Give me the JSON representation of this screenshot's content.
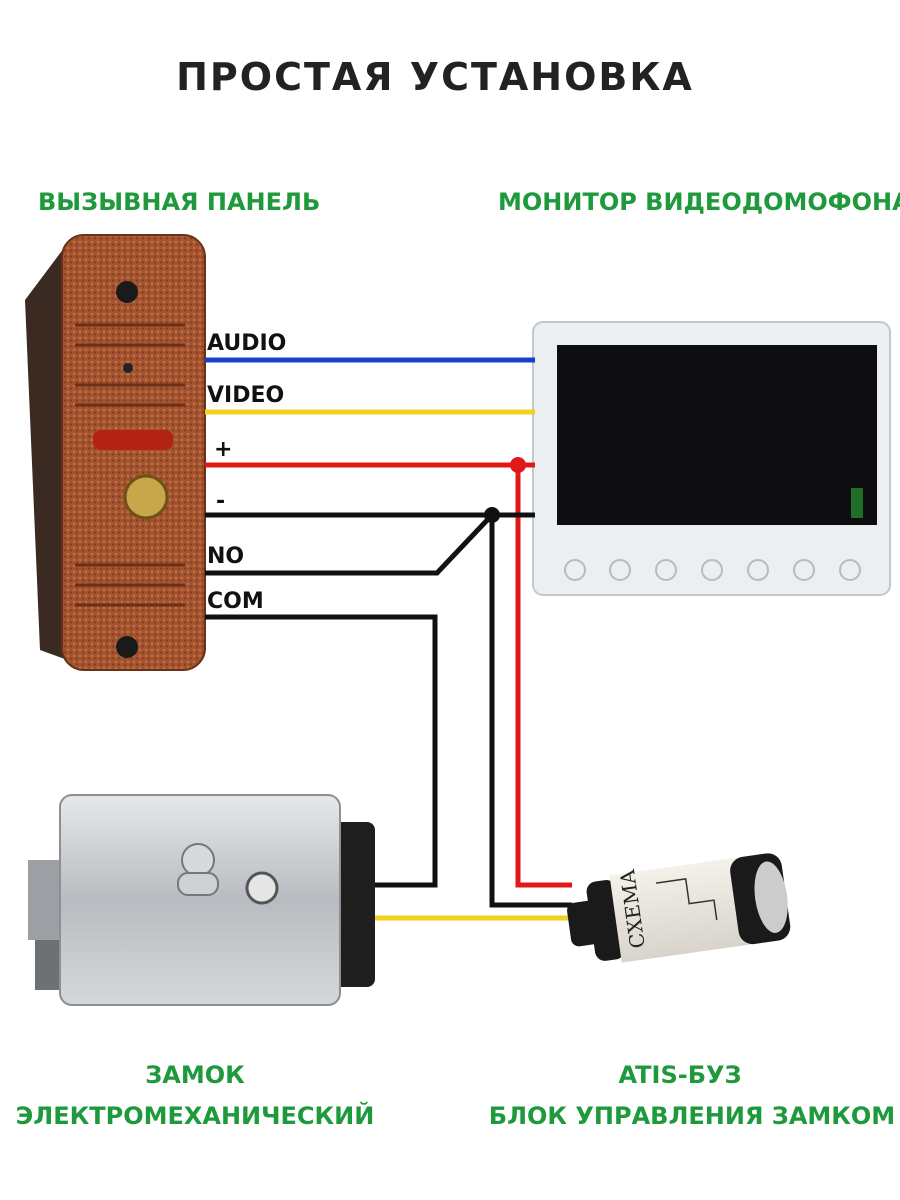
{
  "title": "ПРОСТАЯ УСТАНОВКА",
  "labels": {
    "call_panel": "ВЫЗЫВНАЯ ПАНЕЛЬ",
    "monitor": "МОНИТОР ВИДЕОДОМОФОНА",
    "lock_line1": "ЗАМОК",
    "lock_line2": "ЭЛЕКТРОМЕХАНИЧЕСКИЙ",
    "controller_line1": "ATIS-БУЗ",
    "controller_line2": "БЛОК УПРАВЛЕНИЯ ЗАМКОМ"
  },
  "wires": {
    "audio": "AUDIO",
    "video": "VIDEO",
    "plus": "+",
    "minus": "-",
    "no": "NO",
    "com": "COM"
  },
  "device_print": "CXEMA",
  "colors": {
    "green": "#1e9a3c",
    "audio": "#1a3fd0",
    "video": "#f2d21e",
    "power": "#e01818",
    "ground": "#111111",
    "panel": "#a4532f"
  }
}
